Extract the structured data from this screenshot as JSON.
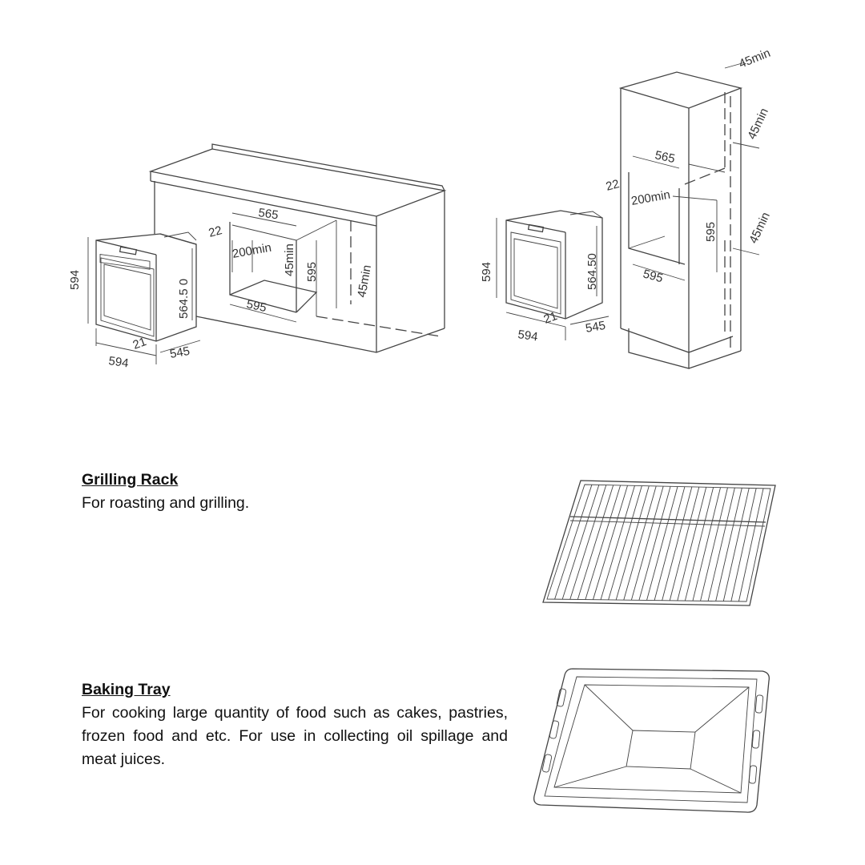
{
  "diagram_under_counter": {
    "oven_height": "594",
    "oven_depth_body": "564.5 0",
    "door_thickness": "21",
    "oven_width": "594",
    "oven_depth": "545",
    "cutout_width": "565",
    "top_offset": "22",
    "vent_height": "200min",
    "gap_front": "45min",
    "cutout_height": "595",
    "cutout_depth": "595",
    "gap_back": "45min"
  },
  "diagram_tall_cabinet": {
    "oven_height": "594",
    "oven_depth_body": "564.50",
    "door_thickness": "21",
    "oven_width": "594",
    "oven_depth": "545",
    "cutout_width": "565",
    "top_offset": "22",
    "vent_height": "200min",
    "cutout_height": "595",
    "cutout_depth": "595",
    "gap_top": "45min",
    "gap_upper": "45min",
    "gap_lower": "45min"
  },
  "accessories": [
    {
      "title": "Grilling Rack",
      "description": "For roasting and grilling."
    },
    {
      "title": "Baking Tray",
      "description": "For cooking large quantity of food such as cakes, pastries, frozen food and etc. For use in collecting oil spillage and meat juices."
    }
  ]
}
